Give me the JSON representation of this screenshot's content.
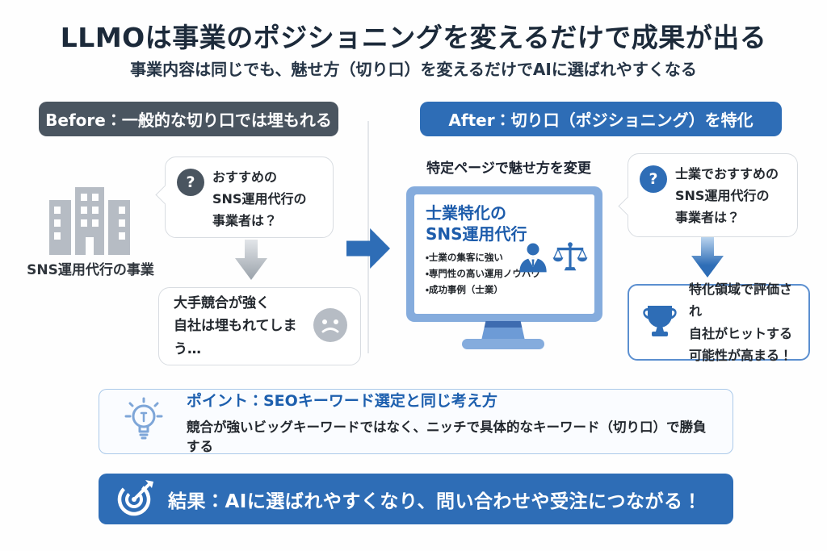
{
  "header": {
    "title": "LLMOは事業のポジショニングを変えるだけで成果が出る",
    "subtitle": "事業内容は同じでも、魅せ方（切り口）を変えるだけでAIに選ばれやすくなる"
  },
  "before": {
    "badge": "Before：一般的な切り口では埋もれる",
    "entity_label": "SNS運用代行の事業",
    "question_mark": "?",
    "question_lines": [
      "おすすめの",
      "SNS運用代行の",
      "事業者は？"
    ],
    "result_lines": [
      "大手競合が強く",
      "自社は埋もれてしまう…"
    ]
  },
  "after": {
    "badge": "After：切り口（ポジショニング）を特化",
    "page_label": "特定ページで魅せ方を変更",
    "screen_title_lines": [
      "士業特化の",
      "SNS運用代行"
    ],
    "screen_bullets": [
      "・士業の集客に強い",
      "・専門性の高い運用ノウハウ",
      "・成功事例（士業）"
    ],
    "question_mark": "?",
    "question_lines": [
      "士業でおすすめの",
      "SNS運用代行の",
      "事業者は？"
    ],
    "benefit_lines": [
      "特化領域で評価され",
      "自社がヒットする",
      "可能性が高まる！"
    ]
  },
  "point": {
    "heading": "ポイント：SEOキーワード選定と同じ考え方",
    "body": "競合が強いビッグキーワードではなく、ニッチで具体的なキーワード（切り口）で勝負する"
  },
  "result": {
    "text": "結果：AIに選ばれやすくなり、問い合わせや受注につながる！"
  },
  "colors": {
    "accent_blue": "#2e6db6",
    "dark_slate": "#4a5560",
    "monitor_frame_blue": "#85acdd",
    "icon_gray": "#b6bcc4",
    "point_border_blue": "#abc9e9",
    "screen_title_blue": "#1d5cab"
  }
}
